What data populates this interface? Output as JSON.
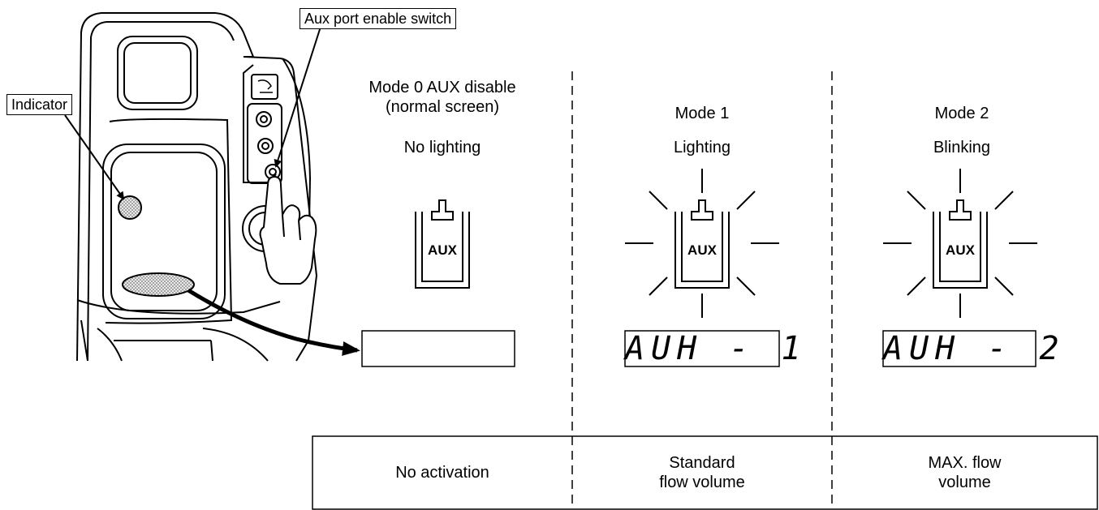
{
  "callouts": {
    "switch_label": "Aux port enable switch",
    "indicator_label": "Indicator"
  },
  "modes": [
    {
      "title": "Mode 0 AUX disable\n(normal screen)",
      "state": "No lighting",
      "icon_text": "AUX",
      "display": "",
      "result": "No activation"
    },
    {
      "title": "Mode 1",
      "state": "Lighting",
      "icon_text": "AUX",
      "display": "AUH - 1",
      "result": "Standard\nflow volume"
    },
    {
      "title": "Mode 2",
      "state": "Blinking",
      "icon_text": "AUX",
      "display": "AUH - 2",
      "result": "MAX. flow\nvolume"
    }
  ]
}
